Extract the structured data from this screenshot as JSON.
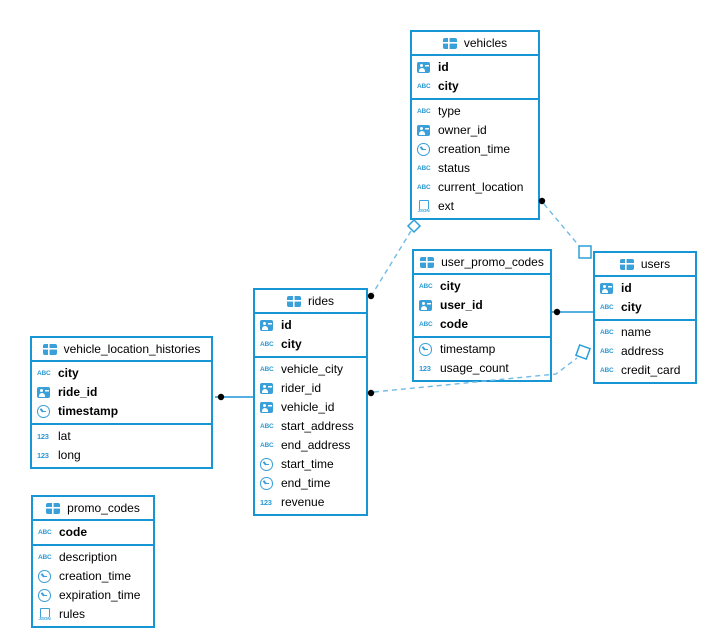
{
  "colors": {
    "table_border": "#1796d6",
    "icon_blue": "#3aa0d9",
    "dashed_line": "#6fbae6",
    "solid_line": "#1b96d5",
    "dot": "#000000"
  },
  "icons": {
    "string": "ABC",
    "number": "123",
    "json": "JSON"
  },
  "tables": [
    {
      "name": "vehicles",
      "pk": [
        {
          "type": "uuid",
          "label": "id"
        },
        {
          "type": "string",
          "label": "city"
        }
      ],
      "cols": [
        {
          "type": "string",
          "label": "type"
        },
        {
          "type": "uuid",
          "label": "owner_id"
        },
        {
          "type": "time",
          "label": "creation_time"
        },
        {
          "type": "string",
          "label": "status"
        },
        {
          "type": "string",
          "label": "current_location"
        },
        {
          "type": "json",
          "label": "ext"
        }
      ]
    },
    {
      "name": "user_promo_codes",
      "pk": [
        {
          "type": "string",
          "label": "city"
        },
        {
          "type": "uuid",
          "label": "user_id"
        },
        {
          "type": "string",
          "label": "code"
        }
      ],
      "cols": [
        {
          "type": "time",
          "label": "timestamp"
        },
        {
          "type": "number",
          "label": "usage_count"
        }
      ]
    },
    {
      "name": "users",
      "pk": [
        {
          "type": "uuid",
          "label": "id"
        },
        {
          "type": "string",
          "label": "city"
        }
      ],
      "cols": [
        {
          "type": "string",
          "label": "name"
        },
        {
          "type": "string",
          "label": "address"
        },
        {
          "type": "string",
          "label": "credit_card"
        }
      ]
    },
    {
      "name": "rides",
      "pk": [
        {
          "type": "uuid",
          "label": "id"
        },
        {
          "type": "string",
          "label": "city"
        }
      ],
      "cols": [
        {
          "type": "string",
          "label": "vehicle_city"
        },
        {
          "type": "uuid",
          "label": "rider_id"
        },
        {
          "type": "uuid",
          "label": "vehicle_id"
        },
        {
          "type": "string",
          "label": "start_address"
        },
        {
          "type": "string",
          "label": "end_address"
        },
        {
          "type": "time",
          "label": "start_time"
        },
        {
          "type": "time",
          "label": "end_time"
        },
        {
          "type": "number",
          "label": "revenue"
        }
      ]
    },
    {
      "name": "vehicle_location_histories",
      "pk": [
        {
          "type": "string",
          "label": "city"
        },
        {
          "type": "uuid",
          "label": "ride_id"
        },
        {
          "type": "time",
          "label": "timestamp"
        }
      ],
      "cols": [
        {
          "type": "number",
          "label": "lat"
        },
        {
          "type": "number",
          "label": "long"
        }
      ]
    },
    {
      "name": "promo_codes",
      "pk": [
        {
          "type": "string",
          "label": "code"
        }
      ],
      "cols": [
        {
          "type": "string",
          "label": "description"
        },
        {
          "type": "time",
          "label": "creation_time"
        },
        {
          "type": "time",
          "label": "expiration_time"
        },
        {
          "type": "json",
          "label": "rules"
        }
      ]
    }
  ],
  "relations": [
    {
      "from": "vehicle_location_histories",
      "to": "rides",
      "style": "solid"
    },
    {
      "from": "user_promo_codes",
      "to": "users",
      "style": "solid"
    },
    {
      "from": "rides",
      "to": "vehicles",
      "style": "dashed"
    },
    {
      "from": "vehicles",
      "to": "users",
      "style": "dashed"
    },
    {
      "from": "rides",
      "to": "users",
      "style": "dashed"
    }
  ]
}
